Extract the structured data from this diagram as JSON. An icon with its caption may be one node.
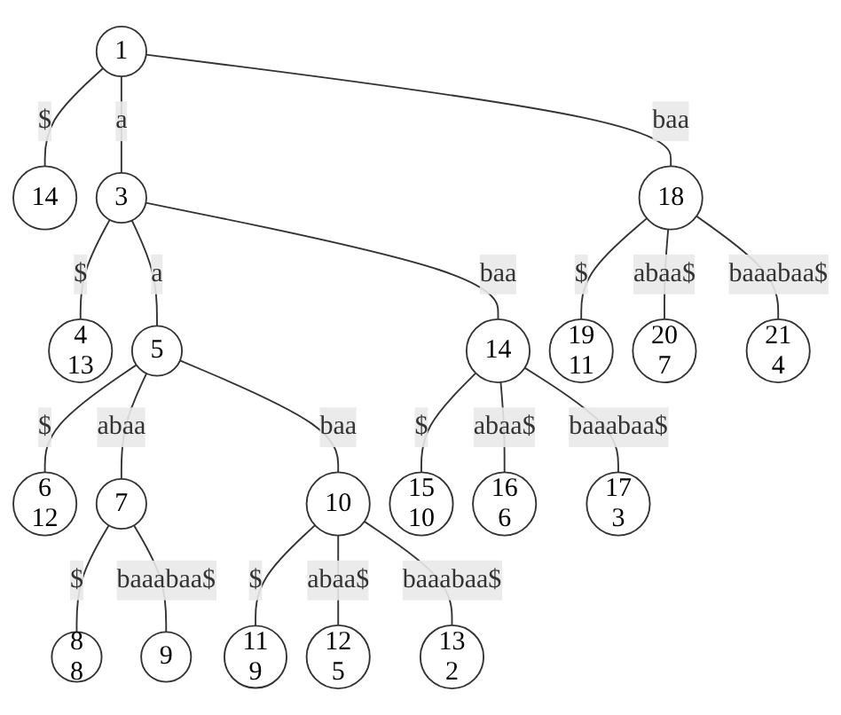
{
  "diagram": {
    "nodes": [
      {
        "text": [
          "1"
        ]
      },
      {
        "text": [
          "14"
        ]
      },
      {
        "text": [
          "3"
        ]
      },
      {
        "text": [
          "4",
          "13"
        ]
      },
      {
        "text": [
          "5"
        ]
      },
      {
        "text": [
          "6",
          "12"
        ]
      },
      {
        "text": [
          "7"
        ]
      },
      {
        "text": [
          "8",
          "8"
        ]
      },
      {
        "text": [
          "9"
        ]
      },
      {
        "text": [
          "10"
        ]
      },
      {
        "text": [
          "11",
          "9"
        ]
      },
      {
        "text": [
          "12",
          "5"
        ]
      },
      {
        "text": [
          "13",
          "2"
        ]
      },
      {
        "text": [
          "14"
        ]
      },
      {
        "text": [
          "15",
          "10"
        ]
      },
      {
        "text": [
          "16",
          "6"
        ]
      },
      {
        "text": [
          "17",
          "3"
        ]
      },
      {
        "text": [
          "18"
        ]
      },
      {
        "text": [
          "19",
          "11"
        ]
      },
      {
        "text": [
          "20",
          "7"
        ]
      },
      {
        "text": [
          "21",
          "4"
        ]
      }
    ],
    "edges": [
      {
        "from": 0,
        "to": 1,
        "arrow": "none",
        "label": "$"
      },
      {
        "from": 0,
        "to": 2,
        "arrow": "none",
        "label": "a"
      },
      {
        "from": 0,
        "to": 17,
        "arrow": "none",
        "label": "baa"
      },
      {
        "from": 2,
        "to": 3,
        "arrow": "none",
        "label": "$"
      },
      {
        "from": 2,
        "to": 4,
        "arrow": "none",
        "label": "a"
      },
      {
        "from": 2,
        "to": 13,
        "arrow": "none",
        "label": "baa"
      },
      {
        "from": 4,
        "to": 5,
        "arrow": "none",
        "label": "$"
      },
      {
        "from": 4,
        "to": 6,
        "arrow": "none",
        "label": "abaa"
      },
      {
        "from": 4,
        "to": 9,
        "arrow": "none",
        "label": "baa"
      },
      {
        "from": 6,
        "to": 7,
        "arrow": "none",
        "label": "$"
      },
      {
        "from": 6,
        "to": 8,
        "arrow": "none",
        "label": "baaabaa$"
      },
      {
        "from": 9,
        "to": 10,
        "arrow": "none",
        "label": "$"
      },
      {
        "from": 9,
        "to": 11,
        "arrow": "none",
        "label": "abaa$"
      },
      {
        "from": 9,
        "to": 12,
        "arrow": "none",
        "label": "baaabaa$"
      },
      {
        "from": 13,
        "to": 14,
        "arrow": "none",
        "label": "$"
      },
      {
        "from": 13,
        "to": 15,
        "arrow": "none",
        "label": "abaa$"
      },
      {
        "from": 13,
        "to": 16,
        "arrow": "none",
        "label": "baaabaa$"
      },
      {
        "from": 17,
        "to": 18,
        "arrow": "none",
        "label": "$"
      },
      {
        "from": 17,
        "to": 19,
        "arrow": "none",
        "label": "abaa$"
      },
      {
        "from": 17,
        "to": 20,
        "arrow": "none",
        "label": "baaabaa$"
      }
    ]
  }
}
